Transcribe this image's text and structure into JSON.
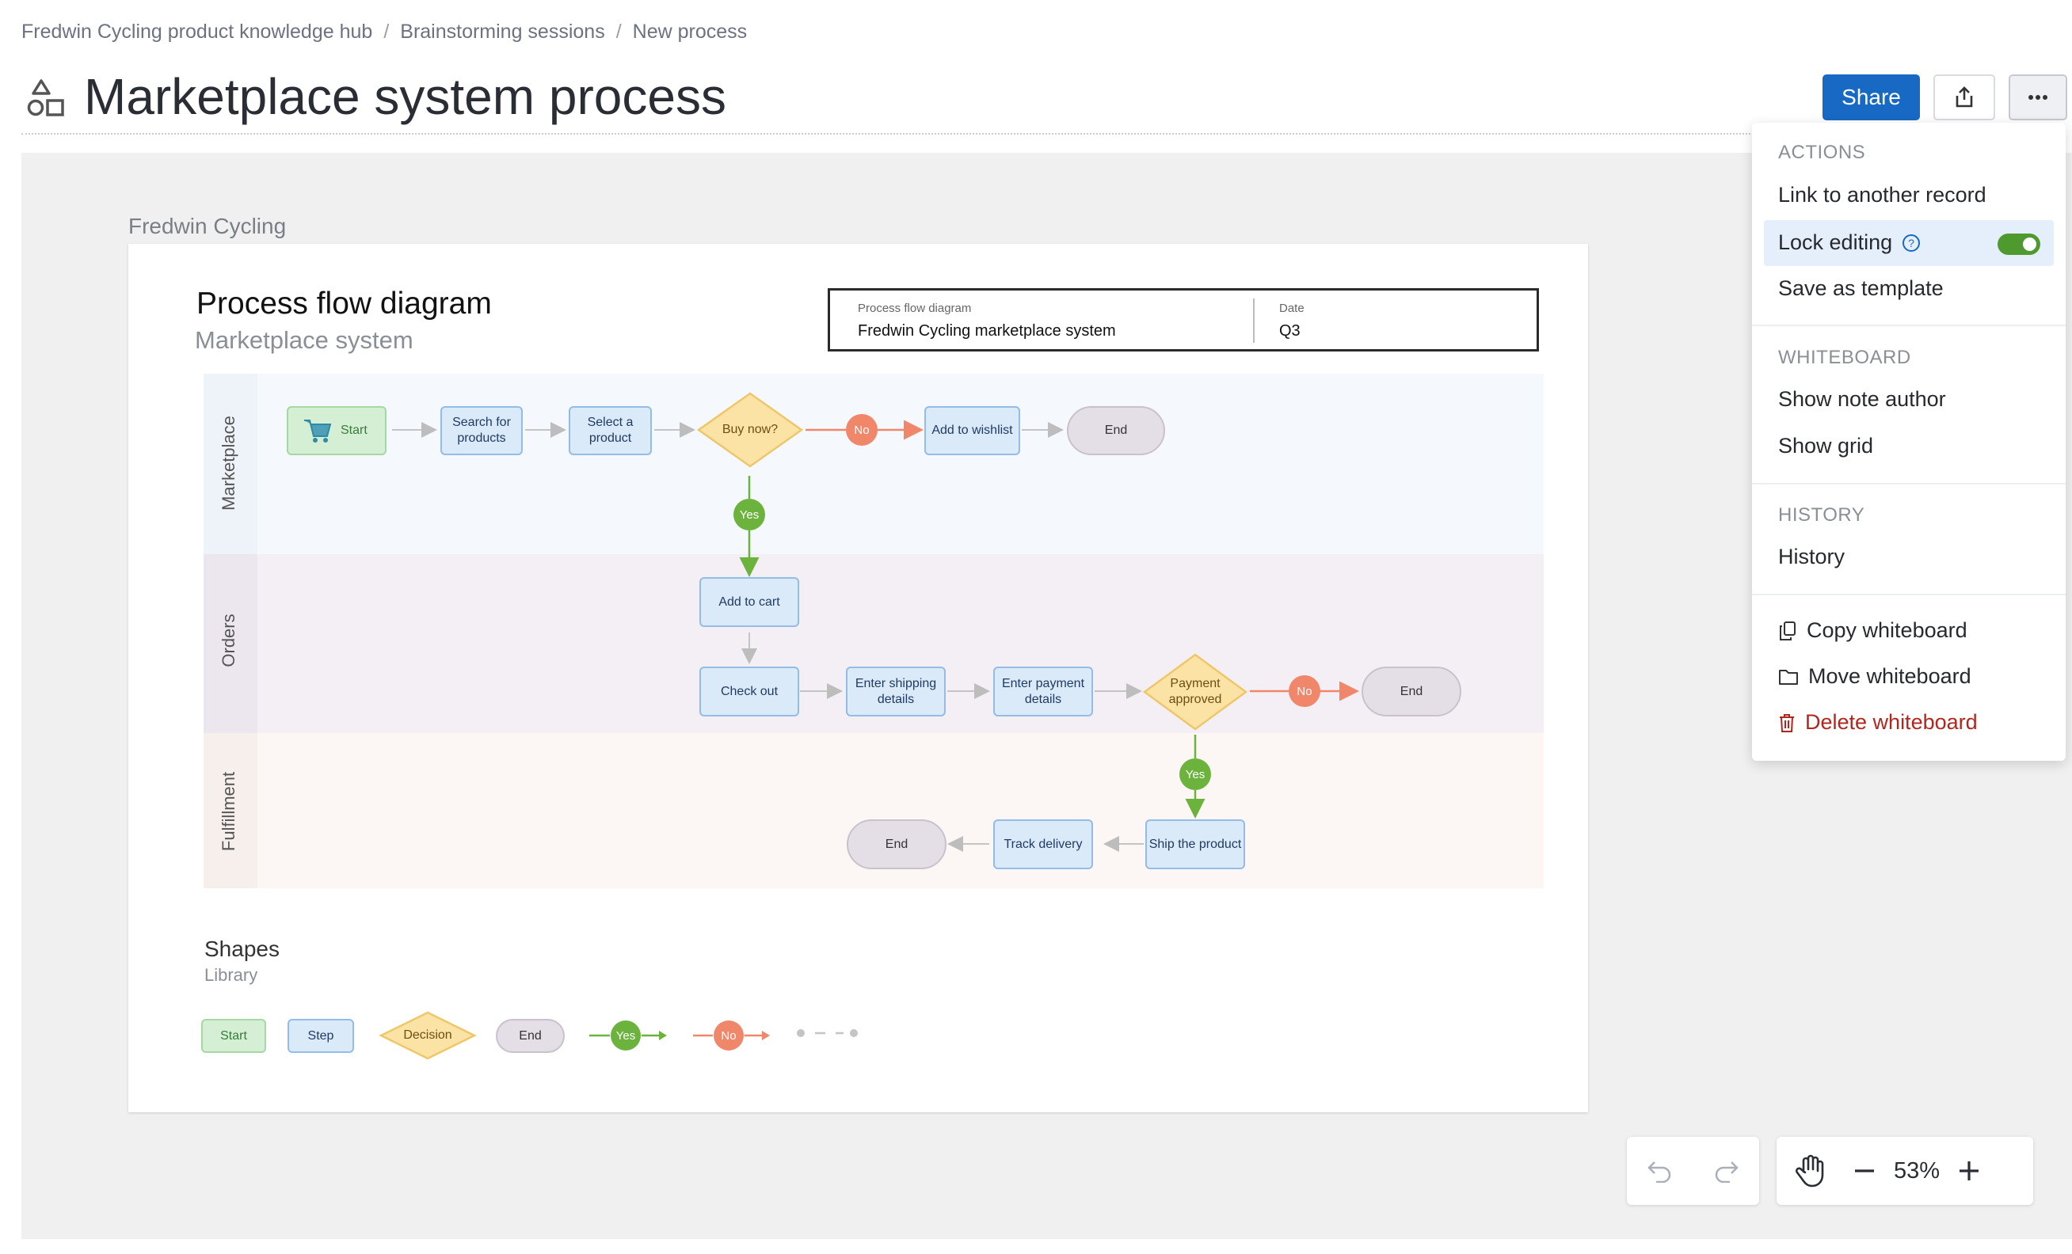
{
  "breadcrumb": [
    "Fredwin Cycling product knowledge hub",
    "Brainstorming sessions",
    "New process"
  ],
  "page": {
    "title": "Marketplace system process",
    "icon": "shapes-icon"
  },
  "toolbar": {
    "share_label": "Share",
    "export_icon": "export-icon",
    "more_icon": "more-icon"
  },
  "frame": {
    "label": "Fredwin Cycling"
  },
  "diagram": {
    "title": "Process flow diagram",
    "subtitle": "Marketplace system",
    "info": {
      "left_key": "Process flow diagram",
      "left_value": "Fredwin Cycling marketplace system",
      "right_key": "Date",
      "right_value": "Q3"
    },
    "lanes": [
      "Marketplace",
      "Orders",
      "Fulfillment"
    ],
    "nodes": {
      "start": "Start",
      "search": "Search for products",
      "select": "Select a product",
      "buy_now": "Buy now?",
      "add_wishlist": "Add to wishlist",
      "end1": "End",
      "add_cart": "Add to cart",
      "checkout": "Check out",
      "shipping": "Enter shipping details",
      "payment": "Enter payment details",
      "payment_approved": "Payment approved",
      "end2": "End",
      "ship": "Ship the product",
      "track": "Track delivery",
      "end3": "End"
    },
    "badges": {
      "no": "No",
      "yes": "Yes"
    }
  },
  "shapes_library": {
    "title": "Shapes",
    "subtitle": "Library",
    "items": {
      "start": "Start",
      "step": "Step",
      "decision": "Decision",
      "end": "End",
      "yes": "Yes",
      "no": "No"
    }
  },
  "menu": {
    "actions_header": "ACTIONS",
    "link_record": "Link to another record",
    "lock_editing": "Lock editing",
    "lock_editing_on": true,
    "save_template": "Save as template",
    "whiteboard_header": "WHITEBOARD",
    "show_note_author": "Show note author",
    "show_grid": "Show grid",
    "history_header": "HISTORY",
    "history": "History",
    "copy": "Copy whiteboard",
    "move": "Move whiteboard",
    "delete": "Delete whiteboard"
  },
  "zoom": {
    "level": "53%"
  },
  "colors": {
    "accent": "#1769c4",
    "toggle_on": "#4f9a2f",
    "danger": "#b3261e"
  }
}
